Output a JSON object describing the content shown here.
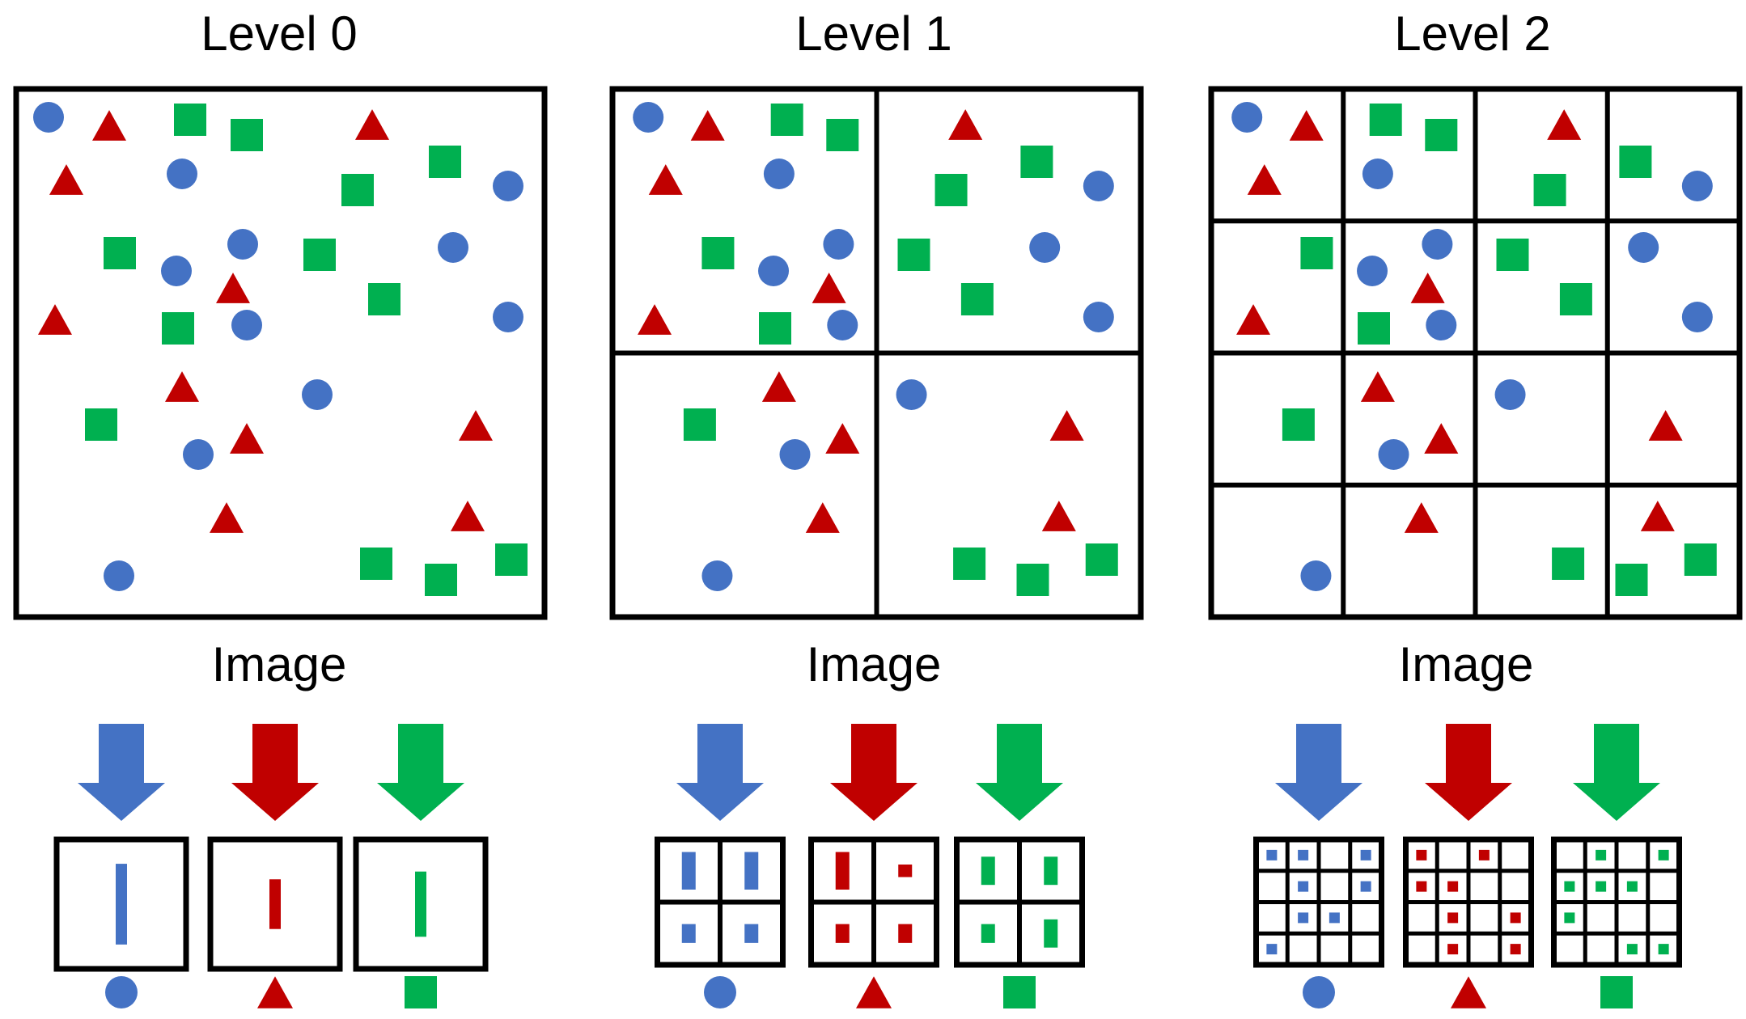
{
  "colors": {
    "blue": "#4472C4",
    "red": "#C00000",
    "green": "#00B050",
    "frame": "#000000"
  },
  "panels": [
    {
      "title": "Level 0",
      "caption": "Image",
      "grid": 1
    },
    {
      "title": "Level 1",
      "caption": "Image",
      "grid": 2
    },
    {
      "title": "Level 2",
      "caption": "Image",
      "grid": 4
    }
  ],
  "legend_symbols": [
    "circle",
    "triangle",
    "square"
  ],
  "arrow_icons": [
    "blue-arrow-down-icon",
    "red-arrow-down-icon",
    "green-arrow-down-icon"
  ]
}
